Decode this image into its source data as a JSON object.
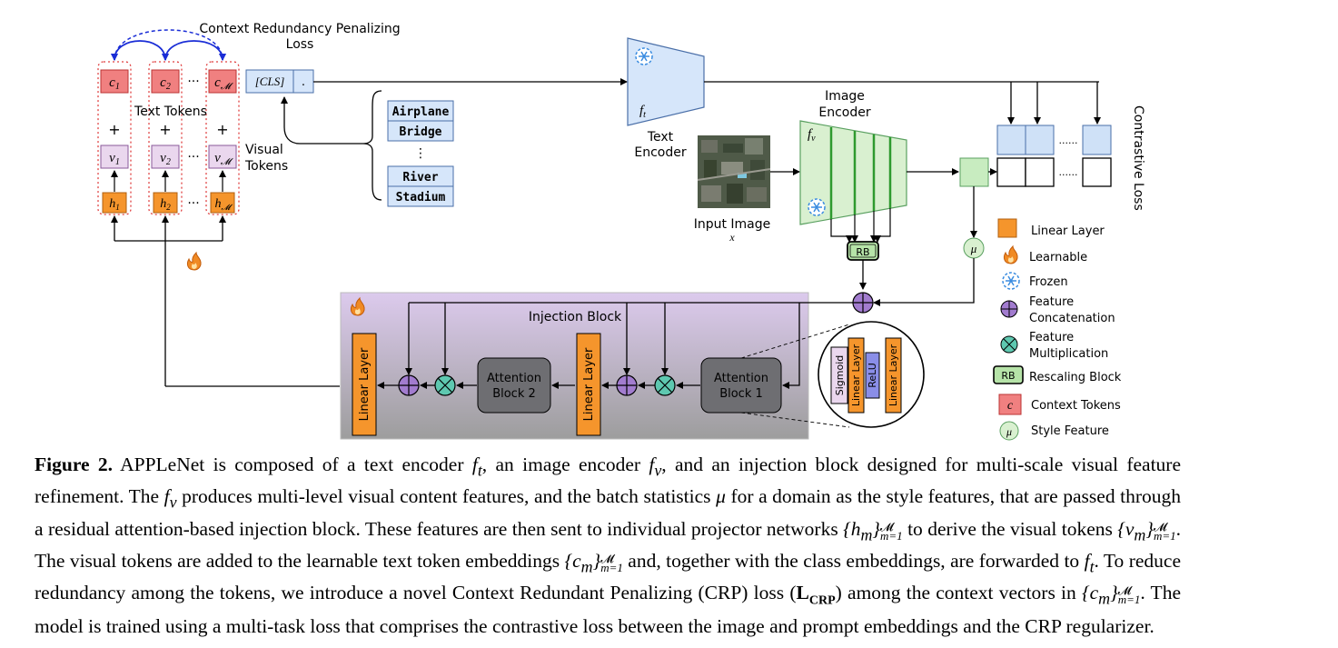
{
  "tokens": {
    "loss_label_l1": "Context Redundancy Penalizing",
    "loss_label_l2": "Loss",
    "context": [
      "c",
      "c",
      "c"
    ],
    "context_sub": [
      "1",
      "2",
      "𝓜"
    ],
    "visual": [
      "v",
      "v",
      "v"
    ],
    "visual_sub": [
      "1",
      "2",
      "𝓜"
    ],
    "proj": [
      "h",
      "h",
      "h"
    ],
    "proj_sub": [
      "1",
      "2",
      "𝓜"
    ],
    "ellipsis": "···",
    "plus": "+",
    "text_tokens_label": "Text Tokens",
    "visual_tokens_l1": "Visual",
    "visual_tokens_l2": "Tokens",
    "cls": "[CLS]",
    "dot": "."
  },
  "classes": [
    "Airplane",
    "Bridge",
    "River",
    "Stadium"
  ],
  "classes_ellipsis": "⋮",
  "text_encoder": {
    "symbol": "f",
    "sub": "t",
    "l1": "Text",
    "l2": "Encoder"
  },
  "image_encoder": {
    "symbol": "f",
    "sub": "v",
    "l1": "Image",
    "l2": "Encoder"
  },
  "input_image": {
    "label": "Input Image",
    "var": "x"
  },
  "contrastive_label": "Contrastive Loss",
  "contrastive_dots": "......",
  "rb_label": "RB",
  "mu_label": "μ",
  "injection": {
    "title": "Injection Block",
    "linear": "Linear Layer",
    "attn2_l1": "Attention",
    "attn2_l2": "Block 2",
    "attn1_l1": "Attention",
    "attn1_l2": "Block 1"
  },
  "zoom": {
    "sigmoid": "Sigmoid",
    "linear": "Linear Layer",
    "relu": "ReLU"
  },
  "legend": [
    {
      "key": "linear",
      "text": "Linear Layer"
    },
    {
      "key": "learnable",
      "text": "Learnable"
    },
    {
      "key": "frozen",
      "text": "Frozen"
    },
    {
      "key": "concat",
      "text": "Feature",
      "text2": "Concatenation"
    },
    {
      "key": "mult",
      "text": "Feature",
      "text2": "Multiplication"
    },
    {
      "key": "rb",
      "text": "Rescaling Block",
      "glyph": "RB"
    },
    {
      "key": "context",
      "text": "Context Tokens",
      "glyph": "c"
    },
    {
      "key": "style",
      "text": "Style Feature",
      "glyph": "μ"
    }
  ],
  "caption": {
    "label": "Figure 2.",
    "p1": " APPLeNet is composed of a text encoder ",
    "m1": "f",
    "m1s": "t",
    "p2": ", an image encoder ",
    "m2": "f",
    "m2s": "v",
    "p3": ", and an injection block designed for multi-scale visual feature refinement. The ",
    "m3": "f",
    "m3s": "v",
    "p4": " produces multi-level visual content features, and the batch statistics ",
    "m4": "μ",
    "p5": " for a domain as the style features, that are passed through a residual attention-based injection block. These features are then sent to individual projector networks ",
    "m5": "{h",
    "m5s": "m",
    "m5c": "}",
    "m5sup": "𝓜",
    "m5sub": "m=1",
    "p6": " to derive the visual tokens ",
    "m6": "{v",
    "m6s": "m",
    "m6c": "}",
    "m6sup": "𝓜",
    "m6sub": "m=1",
    "p7": ". The visual tokens are added to the learnable text token embeddings ",
    "m7": "{c",
    "m7s": "m",
    "m7c": "}",
    "m7sup": "𝓜",
    "m7sub": "m=1",
    "p8": " and, together with the class embeddings, are forwarded to ",
    "m8": "f",
    "m8s": "t",
    "p9": ". To reduce redundancy among the tokens, we introduce a novel Context Redundant Penalizing (CRP) loss (",
    "lcrp": "L",
    "lcrps": "CRP",
    "p10": ") among the context vectors in ",
    "m9": "{c",
    "m9s": "m",
    "m9c": "}",
    "m9sup": "𝓜",
    "m9sub": "m=1",
    "p11": ". The model is trained using a multi-task loss that comprises the contrastive loss between the image and prompt embeddings and the CRP regularizer."
  },
  "colors": {
    "context_fill": "#f08080",
    "visual_fill": "#ead7ee",
    "proj_fill": "#f5952c",
    "text_enc_fill": "#d6e6fa",
    "img_enc_fill": "#d9f0d0",
    "injection_top": "#d9c6ea",
    "injection_bottom": "#9c9c9c",
    "attention_fill": "#6e6e72",
    "concat_fill": "#a27ccf",
    "mult_fill": "#5ec8b0",
    "arrow_blue": "#1a2dd6"
  }
}
